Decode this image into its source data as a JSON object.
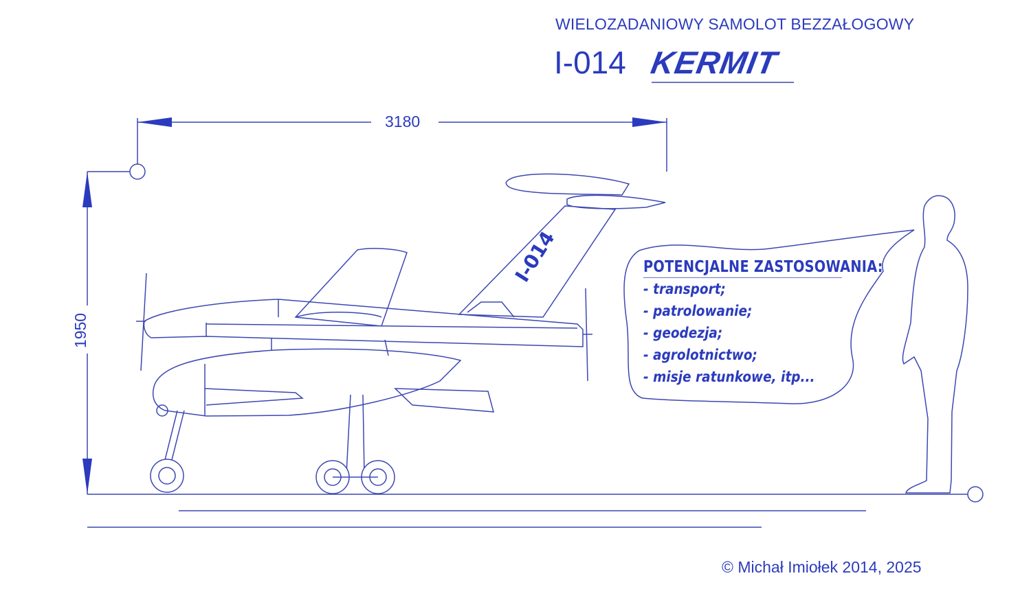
{
  "header": {
    "subtitle": "WIELOZADANIOWY SAMOLOT BEZZAŁOGOWY",
    "model": "I-014",
    "name": "KERMIT"
  },
  "dimensions": {
    "length": "3180",
    "height": "1950"
  },
  "aircraft": {
    "tail_marking": "I-014"
  },
  "applications": {
    "title": "POTENCJALNE  ZASTOSOWANIA:",
    "items": [
      "- transport;",
      "- patrolowanie;",
      "- geodezja;",
      "- agrolotnictwo;",
      "- misje  ratunkowe, itp..."
    ]
  },
  "footer": {
    "copyright": "© Michał Imiołek 2014, 2025"
  },
  "colors": {
    "ink": "#2b3bbd",
    "line": "#3b47b3"
  }
}
